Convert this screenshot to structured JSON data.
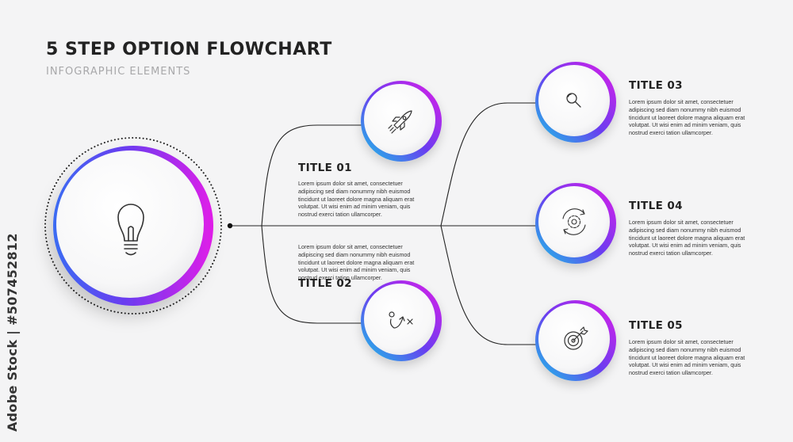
{
  "header": {
    "title": "5 STEP OPTION FLOWCHART",
    "subtitle": "INFOGRAPHIC ELEMENTS"
  },
  "hub": {
    "icon": "lightbulb-icon"
  },
  "steps": [
    {
      "title": "TITLE 01",
      "icon": "rocket-icon",
      "description": "Lorem ipsum dolor sit amet, consectetuer adipiscing sed diam nonummy nibh euismod tincidunt ut laoreet dolore magna aliquam erat volutpat. Ut wisi enim ad minim veniam, quis nostrud exerci tation ullamcorper."
    },
    {
      "title": "TITLE 02",
      "icon": "strategy-play-icon",
      "description": "Lorem ipsum dolor sit amet, consectetuer adipiscing sed diam nonummy nibh euismod tincidunt ut laoreet dolore magna aliquam erat volutpat. Ut wisi enim ad minim veniam, quis nostrud exerci tation ullamcorper."
    },
    {
      "title": "TITLE 03",
      "icon": "search-icon",
      "description": "Lorem ipsum dolor sit amet, consectetuer adipiscing sed diam nonummy nibh euismod tincidunt ut laoreet dolore magna aliquam erat volutpat. Ut wisi enim ad minim veniam, quis nostrud exerci tation ullamcorper."
    },
    {
      "title": "TITLE 04",
      "icon": "gear-cycle-icon",
      "description": "Lorem ipsum dolor sit amet, consectetuer adipiscing sed diam nonummy nibh euismod tincidunt ut laoreet dolore magna aliquam erat volutpat. Ut wisi enim ad minim veniam, quis nostrud exerci tation ullamcorper."
    },
    {
      "title": "TITLE 05",
      "icon": "target-icon",
      "description": "Lorem ipsum dolor sit amet, consectetuer adipiscing sed diam nonummy nibh euismod tincidunt ut laoreet dolore magna aliquam erat volutpat. Ut wisi enim ad minim veniam, quis nostrud exerci tation ullamcorper."
    }
  ],
  "watermark": "Adobe Stock | #507452812",
  "colors": {
    "gradient_start": "#19c6e6",
    "gradient_mid": "#6a3cf0",
    "gradient_end": "#e01ee8",
    "line": "#222222",
    "background": "#f4f4f5"
  }
}
